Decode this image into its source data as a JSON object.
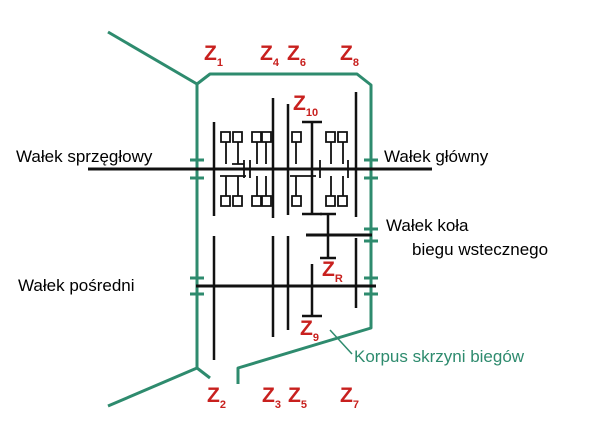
{
  "colors": {
    "housing": "#2e8b6e",
    "gear_label": "#c8201e",
    "shaft": "#111111",
    "text": "#000000",
    "background": "#ffffff"
  },
  "labels": {
    "clutch_shaft": "Wałek sprzęgłowy",
    "main_shaft": "Wałek główny",
    "reverse_shaft_line1": "Wałek koła",
    "reverse_shaft_line2": "biegu wstecznego",
    "counter_shaft": "Wałek pośredni",
    "housing": "Korpus skrzyni biegów"
  },
  "gears": [
    {
      "letter": "Z",
      "sub": "1"
    },
    {
      "letter": "Z",
      "sub": "4"
    },
    {
      "letter": "Z",
      "sub": "6"
    },
    {
      "letter": "Z",
      "sub": "8"
    },
    {
      "letter": "Z",
      "sub": "10"
    },
    {
      "letter": "Z",
      "sub": "R"
    },
    {
      "letter": "Z",
      "sub": "9"
    },
    {
      "letter": "Z",
      "sub": "2"
    },
    {
      "letter": "Z",
      "sub": "3"
    },
    {
      "letter": "Z",
      "sub": "5"
    },
    {
      "letter": "Z",
      "sub": "7"
    }
  ]
}
